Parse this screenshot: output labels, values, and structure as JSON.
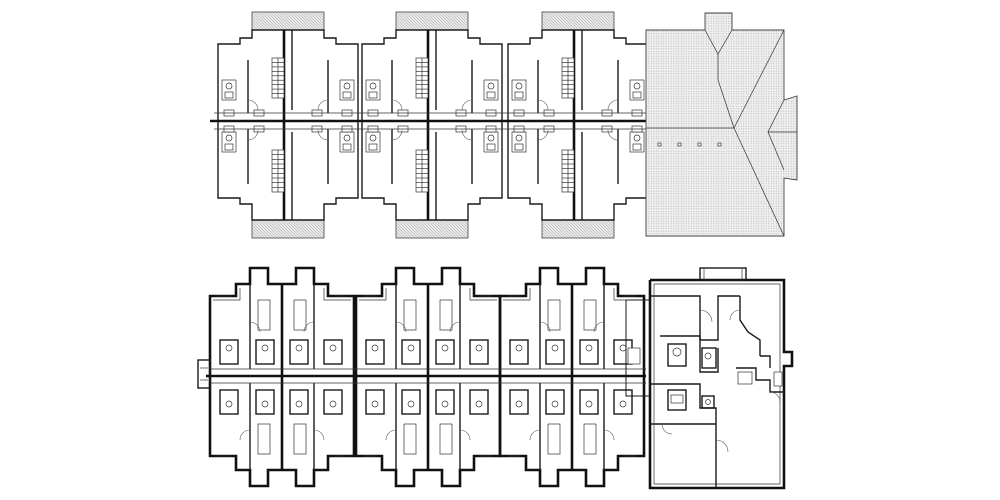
{
  "drawing": {
    "background_color": "#ffffff",
    "line_color": "#1a1a1a",
    "hatch_color": "#9a9a9a",
    "upper_plan": {
      "module_count": 3,
      "has_roof_wing": true,
      "roof_vent_count": 4
    },
    "lower_plan": {
      "module_count": 3,
      "has_common_wing": true
    }
  }
}
